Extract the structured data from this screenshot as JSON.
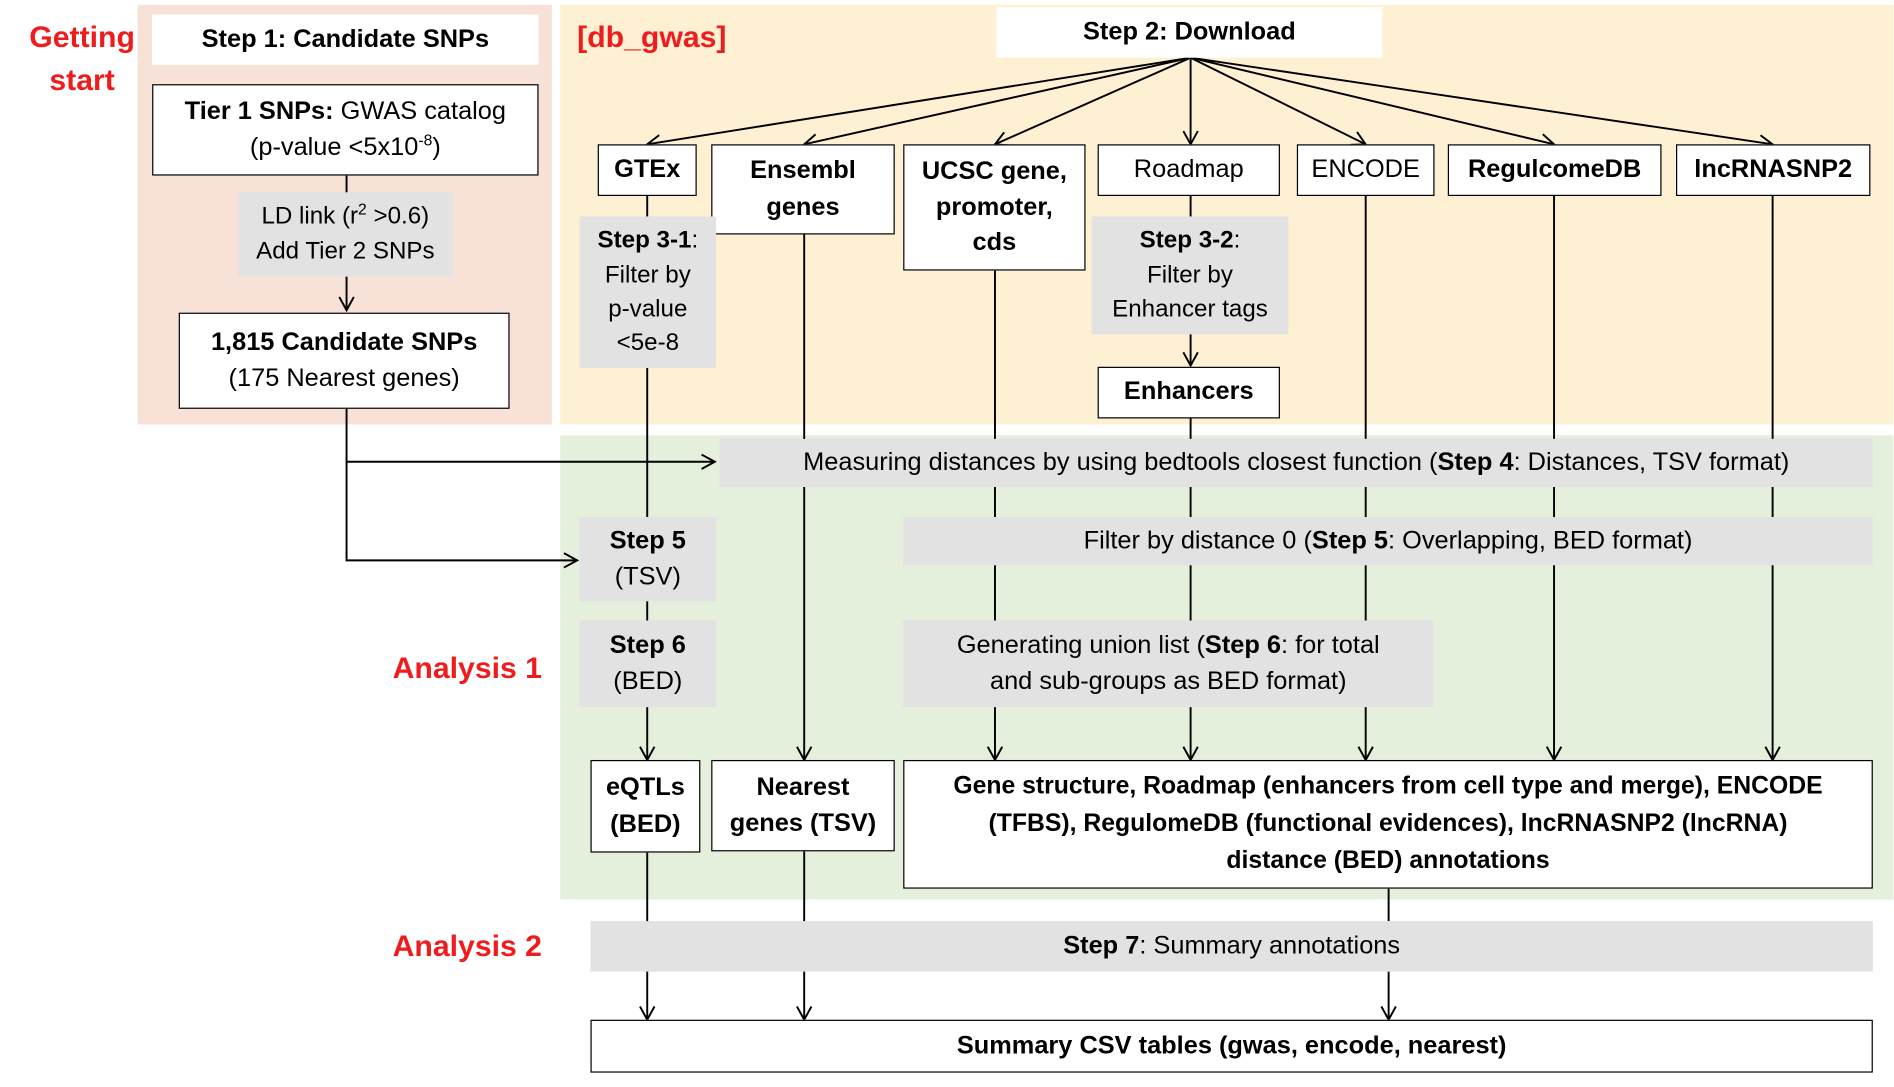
{
  "sections": {
    "getting_start": "Getting start",
    "db_gwas": "[db_gwas]",
    "analysis1": "Analysis 1",
    "analysis2": "Analysis 2"
  },
  "step1": {
    "title": "Step 1: Candidate SNPs"
  },
  "tier1": {
    "bold": "Tier 1 SNPs:",
    "text": " GWAS catalog",
    "line2_pre": "(p-value <5x10",
    "line2_sup": "-8",
    "line2_post": ")"
  },
  "ld_link": {
    "pre": "LD link (r",
    "sup": "2",
    "post": " >0.6)",
    "line2": "Add Tier 2 SNPs"
  },
  "candidates": {
    "line1": "1,815 Candidate SNPs",
    "line2": "(175 Nearest genes)"
  },
  "step2": {
    "title": "Step 2: Download"
  },
  "sources": {
    "gtex": "GTEx",
    "ensembl": [
      "Ensembl",
      "genes"
    ],
    "ucsc": [
      "UCSC gene,",
      "promoter,",
      "cds"
    ],
    "roadmap": "Roadmap",
    "encode": "ENCODE",
    "regulomedb": "RegulcomeDB",
    "lncrnasnp2": "lncRNASNP2"
  },
  "step31": {
    "bold": "Step 3-1",
    "post": ":",
    "lines": [
      "Filter by",
      "p-value",
      "<5e-8"
    ]
  },
  "step32": {
    "bold": "Step 3-2",
    "post": ":",
    "lines": [
      "Filter by",
      "Enhancer tags"
    ]
  },
  "enhancers": "Enhancers",
  "step4": {
    "pre": "Measuring distances by using bedtools closest function (",
    "bold": "Step 4",
    "post": ": Distances, TSV format)"
  },
  "step5_left": {
    "bold": "Step 5",
    "line2": "(TSV)"
  },
  "step5_right": {
    "pre": "Filter by distance 0 (",
    "bold": "Step 5",
    "post": ": Overlapping, BED format)"
  },
  "step6_left": {
    "bold": "Step 6",
    "line2": "(BED)"
  },
  "step6_right": {
    "pre": "Generating union list (",
    "bold": "Step 6",
    "post": ": for total",
    "line2": "and sub-groups as BED format)"
  },
  "outputs": {
    "eqtls": [
      "eQTLs",
      "(BED)"
    ],
    "nearest": [
      "Nearest",
      "genes (TSV)"
    ],
    "annotations": [
      "Gene structure, Roadmap (enhancers from cell type and merge), ENCODE",
      "(TFBS),  RegulomeDB (functional evidences), lncRNASNP2 (lncRNA)",
      "distance (BED) annotations"
    ]
  },
  "step7": {
    "bold": "Step 7",
    "post": ": Summary annotations"
  },
  "summary": "Summary CSV tables (gwas, encode, nearest)",
  "colors": {
    "getting_start_bg": "#f8e1d6",
    "db_gwas_bg": "#fdf0d3",
    "analysis_bg": "#e4efdc",
    "gray_box": "#e2e2e2",
    "red_label": "#ee1c1c"
  }
}
